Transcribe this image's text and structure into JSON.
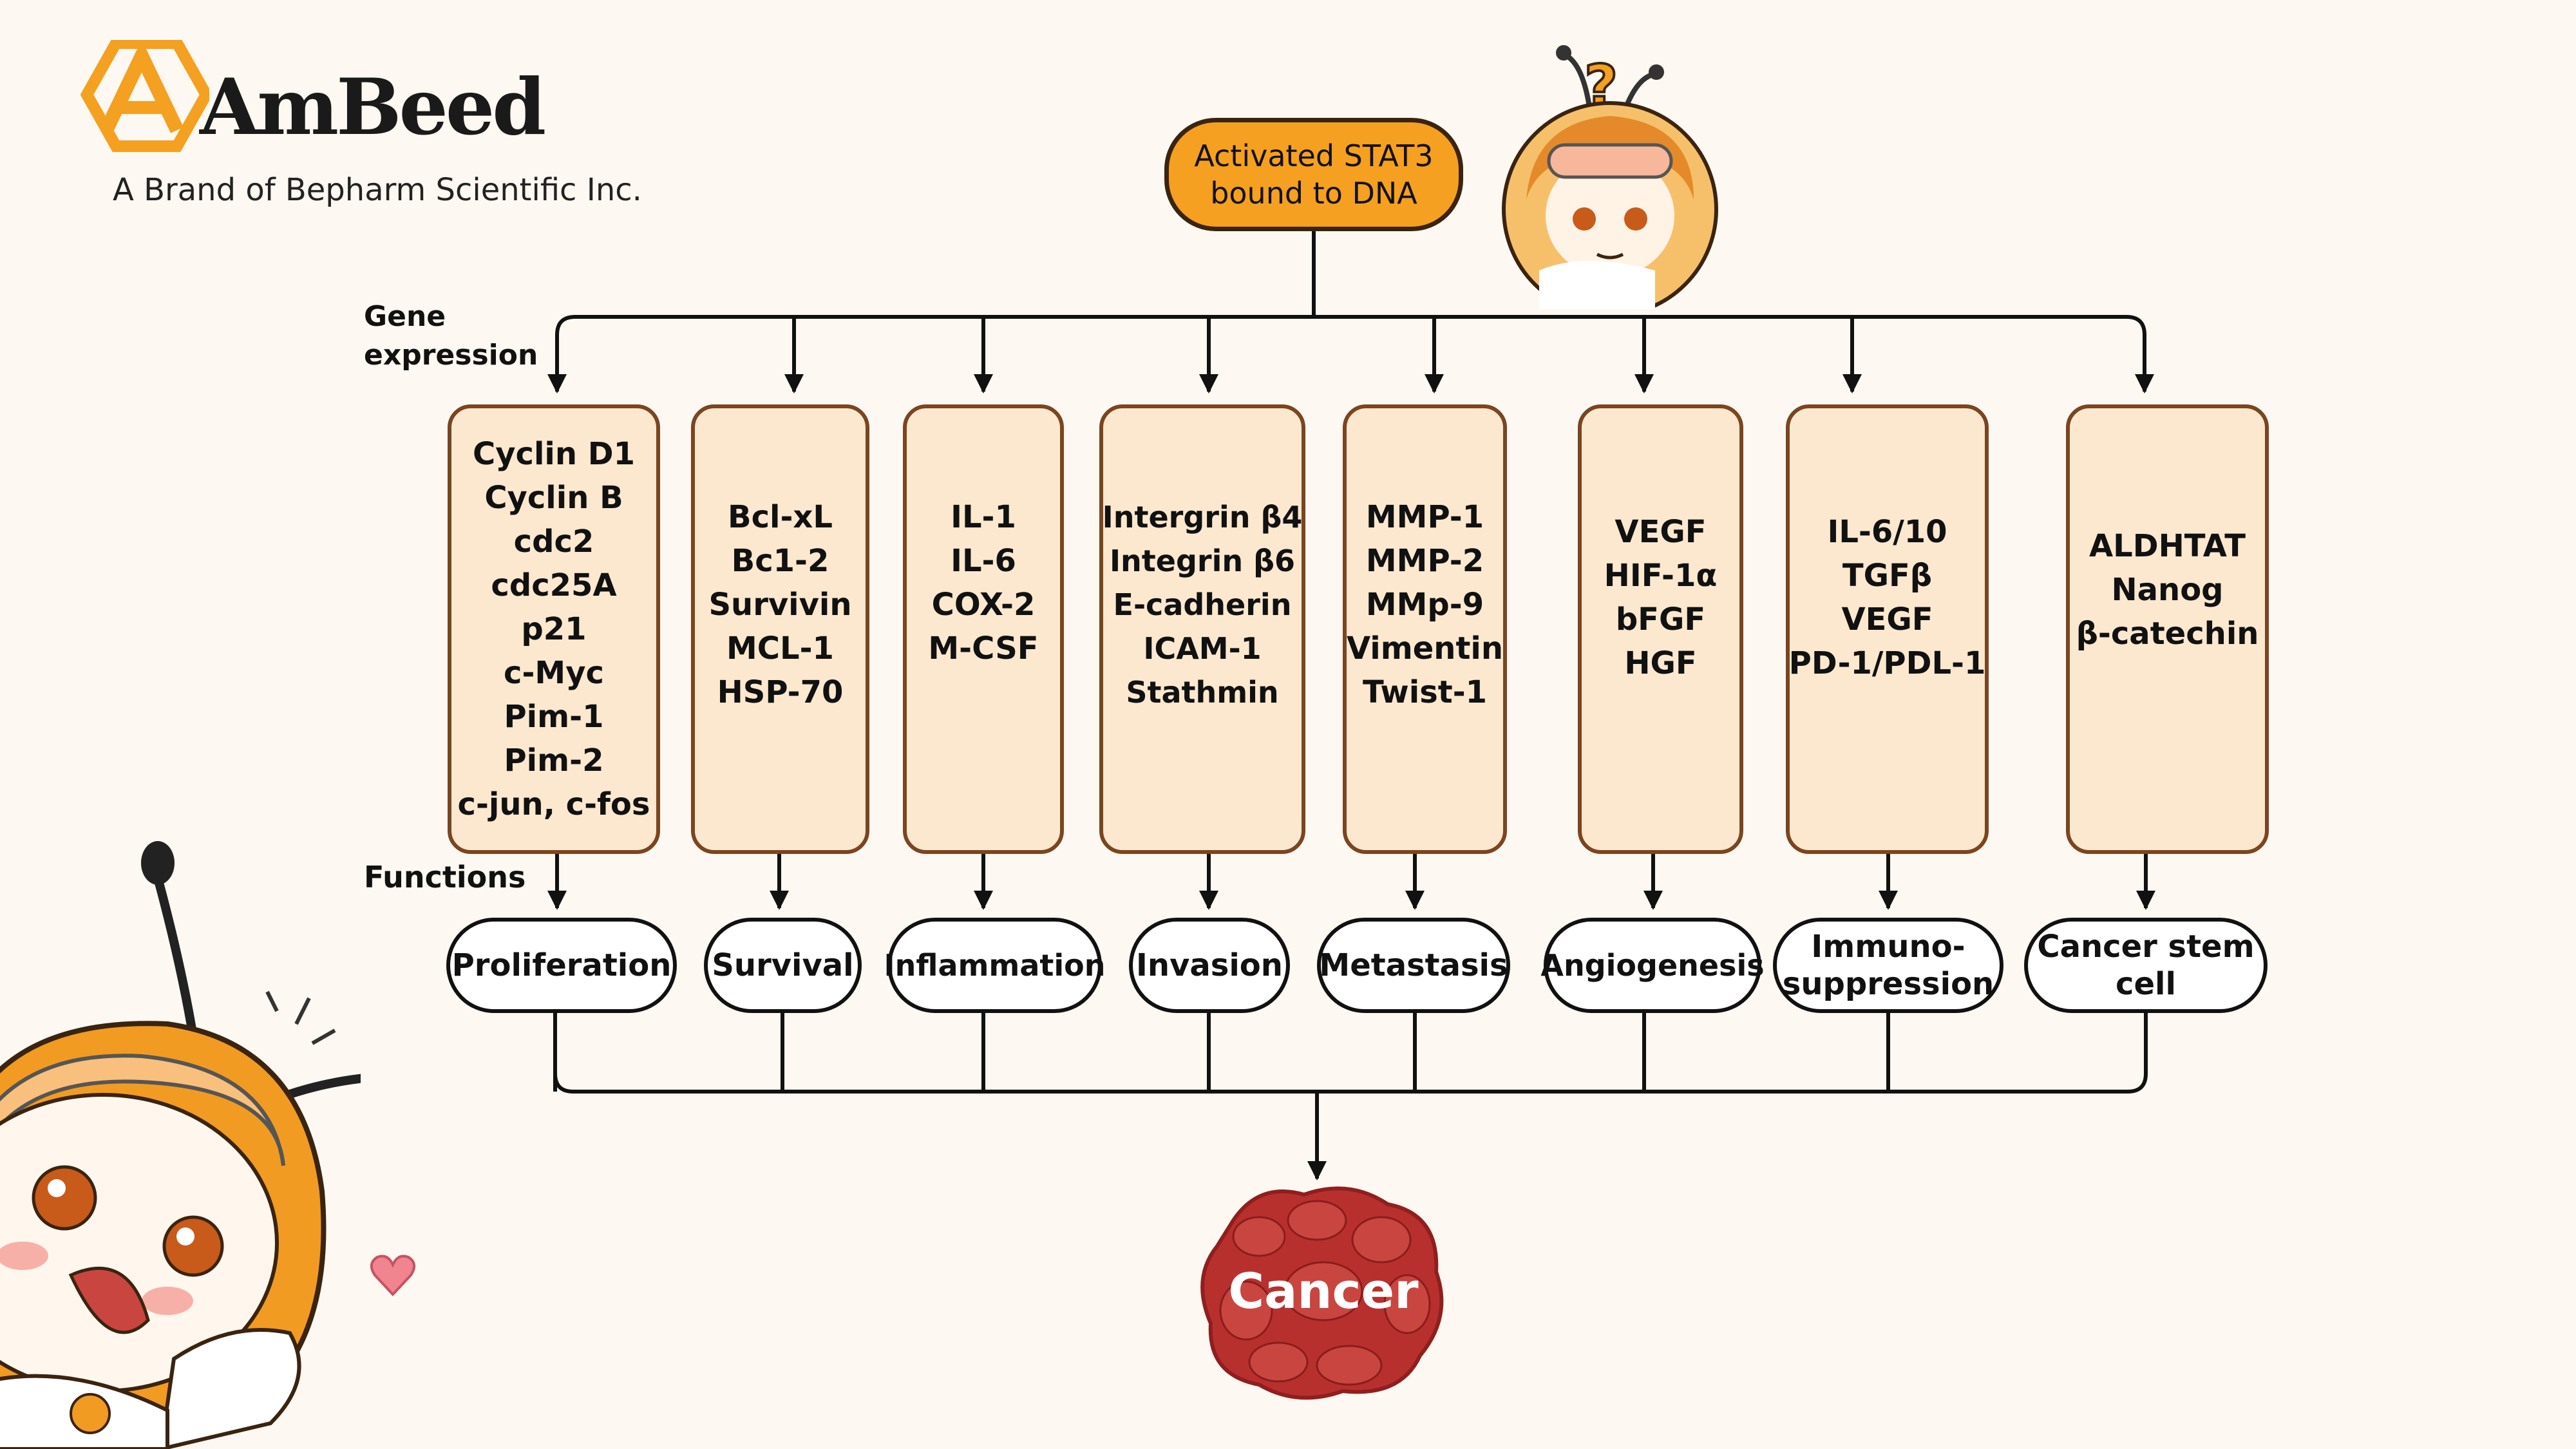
{
  "brand": {
    "name": "AmBeed",
    "tagline": "A Brand of Bepharm Scientific Inc.",
    "color": "#f4a020"
  },
  "root_node": {
    "label": "Activated STAT3\nbound to DNA",
    "fill": "#f5a020"
  },
  "row_labels": {
    "gene_expression": "Gene\nexpression",
    "functions": "Functions"
  },
  "gene_groups": [
    {
      "genes": [
        "Cyclin D1",
        "Cyclin B",
        "cdc2",
        "cdc25A",
        "p21",
        "c-Myc",
        "Pim-1",
        "Pim-2",
        "c-jun, c-fos"
      ],
      "function": "Proliferation"
    },
    {
      "genes": [
        "Bcl-xL",
        "Bc1-2",
        "Survivin",
        "MCL-1",
        "HSP-70"
      ],
      "function": "Survival"
    },
    {
      "genes": [
        "IL-1",
        "IL-6",
        "COX-2",
        "M-CSF"
      ],
      "function": "Inflammation"
    },
    {
      "genes": [
        "Intergrin β4",
        "Integrin β6",
        "E-cadherin",
        "ICAM-1",
        "Stathmin"
      ],
      "function": "Invasion"
    },
    {
      "genes": [
        "MMP-1",
        "MMP-2",
        "MMp-9",
        "Vimentin",
        "Twist-1"
      ],
      "function": "Metastasis"
    },
    {
      "genes": [
        "VEGF",
        "HIF-1α",
        "bFGF",
        "HGF"
      ],
      "function": "Angiogenesis"
    },
    {
      "genes": [
        "IL-6/10",
        "TGFβ",
        "VEGF",
        "PD-1/PDL-1"
      ],
      "function": "Immuno-\nsuppression"
    },
    {
      "genes": [
        "ALDHTAT",
        "Nanog",
        "β-catechin"
      ],
      "function": "Cancer stem\ncell"
    }
  ],
  "outcome": {
    "label": "Cancer",
    "color": "#b8302e"
  },
  "colors": {
    "background": "#fdf8f1",
    "gene_box_fill": "#fbe8cf",
    "gene_box_border": "#7a4520"
  },
  "icons": [
    "ambeed-logo-icon",
    "mascot-thinking-icon",
    "mascot-waving-icon",
    "heart-icon",
    "cancer-cell-icon"
  ]
}
